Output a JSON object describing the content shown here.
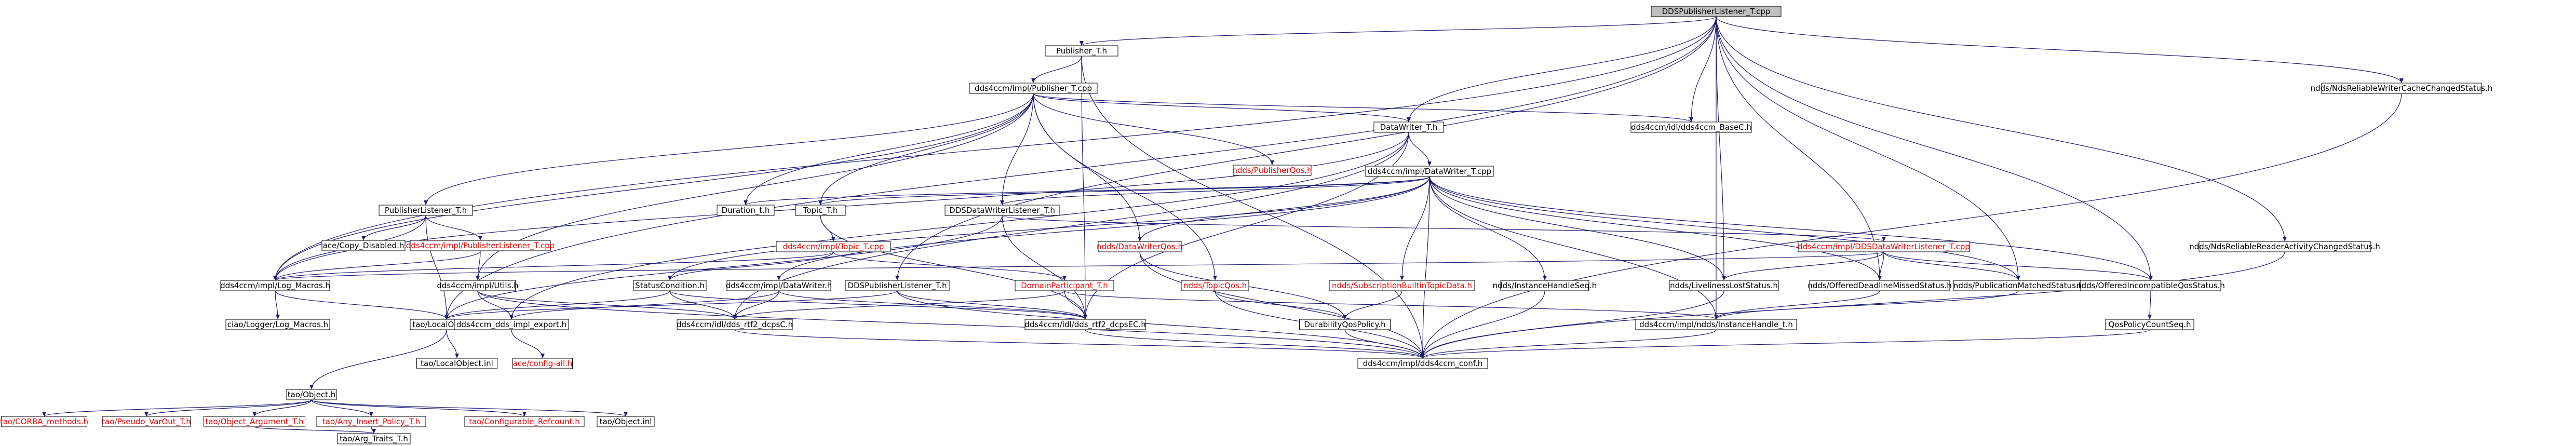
{
  "graph": {
    "nodes": [
      {
        "id": "root",
        "label": "DDSPublisherListener_T.cpp",
        "root": true
      },
      {
        "id": "pub_h",
        "label": "Publisher_T.h"
      },
      {
        "id": "pub_cpp",
        "label": "dds4ccm/impl/Publisher_T.cpp"
      },
      {
        "id": "basec",
        "label": "dds4ccm/idl/dds4ccm_BaseC.h"
      },
      {
        "id": "rwcache",
        "label": "ndds/NdsReliableWriterCacheChangedStatus.h"
      },
      {
        "id": "dw_h",
        "label": "DataWriter_T.h"
      },
      {
        "id": "pubqos",
        "label": "ndds/PublisherQos.h",
        "red": true
      },
      {
        "id": "dw_cpp",
        "label": "dds4ccm/impl/DataWriter_T.cpp"
      },
      {
        "id": "publ_h",
        "label": "PublisherListener_T.h"
      },
      {
        "id": "duration",
        "label": "Duration_t.h"
      },
      {
        "id": "topic_h",
        "label": "Topic_T.h"
      },
      {
        "id": "ddsdwl_h",
        "label": "DDSDataWriterListener_T.h"
      },
      {
        "id": "copy_dis",
        "label": "ace/Copy_Disabled.h"
      },
      {
        "id": "pubcpp_red",
        "label": "dds4ccm/impl/PublisherListener_T.cpp",
        "red": true
      },
      {
        "id": "topic_cpp",
        "label": "dds4ccm/impl/Topic_T.cpp",
        "red": true
      },
      {
        "id": "dwqos",
        "label": "ndds/DataWriterQos.h",
        "red": true
      },
      {
        "id": "ddsdwl_cpp",
        "label": "dds4ccm/impl/DDSDataWriterListener_T.cpp",
        "red": true
      },
      {
        "id": "rractivity",
        "label": "ndds/NdsReliableReaderActivityChangedStatus.h"
      },
      {
        "id": "logmacros",
        "label": "dds4ccm/impl/Log_Macros.h"
      },
      {
        "id": "utils",
        "label": "dds4ccm/impl/Utils.h"
      },
      {
        "id": "statuscond",
        "label": "StatusCondition.h"
      },
      {
        "id": "dwrh",
        "label": "dds4ccm/impl/DataWriter.h"
      },
      {
        "id": "ddspubl",
        "label": "DDSPublisherListener_T.h"
      },
      {
        "id": "domainpart",
        "label": "DomainParticipant_T.h",
        "red": true
      },
      {
        "id": "topicqos",
        "label": "ndds/TopicQos.h",
        "red": true
      },
      {
        "id": "subbuiltin",
        "label": "ndds/SubscriptionBuiltinTopicData.h",
        "red": true
      },
      {
        "id": "ihseq",
        "label": "ndds/InstanceHandleSeq.h"
      },
      {
        "id": "liveliness",
        "label": "ndds/LivelinessLostStatus.h"
      },
      {
        "id": "deadline",
        "label": "ndds/OfferedDeadlineMissedStatus.h"
      },
      {
        "id": "pubmatched",
        "label": "ndds/PublicationMatchedStatus.h"
      },
      {
        "id": "incompat",
        "label": "ndds/OfferedIncompatibleQosStatus.h"
      },
      {
        "id": "logger",
        "label": "ciao/Logger/Log_Macros.h"
      },
      {
        "id": "localobj",
        "label": "tao/LocalObject.h"
      },
      {
        "id": "ddsexport",
        "label": "dds4ccm_dds_impl_export.h"
      },
      {
        "id": "ddsc",
        "label": "dds4ccm/idl/dds_rtf2_dcpsC.h"
      },
      {
        "id": "ddsec",
        "label": "dds4ccm/idl/dds_rtf2_dcpsEC.h"
      },
      {
        "id": "durqos",
        "label": "DurabilityQosPolicy.h"
      },
      {
        "id": "ihandle",
        "label": "dds4ccm/impl/ndds/InstanceHandle_t.h"
      },
      {
        "id": "qosseq",
        "label": "QosPolicyCountSeq.h"
      },
      {
        "id": "localinl",
        "label": "tao/LocalObject.inl"
      },
      {
        "id": "aceconfig",
        "label": "ace/config-all.h",
        "red": true
      },
      {
        "id": "conf",
        "label": "dds4ccm/impl/dds4ccm_conf.h"
      },
      {
        "id": "object",
        "label": "tao/Object.h"
      },
      {
        "id": "corba",
        "label": "tao/CORBA_methods.h",
        "red": true
      },
      {
        "id": "pseudo",
        "label": "tao/Pseudo_VarOut_T.h",
        "red": true
      },
      {
        "id": "objarg",
        "label": "tao/Object_Argument_T.h",
        "red": true
      },
      {
        "id": "anyins",
        "label": "tao/Any_Insert_Policy_T.h",
        "red": true
      },
      {
        "id": "confref",
        "label": "tao/Configurable_Refcount.h",
        "red": true
      },
      {
        "id": "objinl",
        "label": "tao/Object.inl"
      },
      {
        "id": "argtraits",
        "label": "tao/Arg_Traits_T.h"
      }
    ]
  }
}
